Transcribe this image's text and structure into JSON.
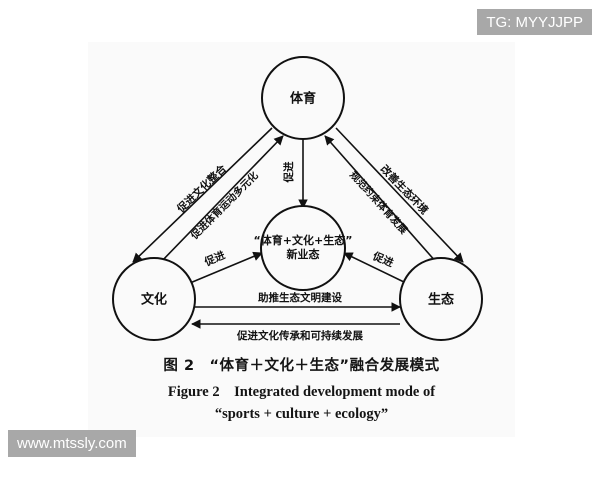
{
  "figure": {
    "nodes": {
      "top": "体育",
      "left": "文化",
      "right": "生态",
      "center_line1": "“体育+文化+生态”",
      "center_line2": "新业态"
    },
    "edges": {
      "left_outer": "促进文化整合",
      "left_inner": "促进体育运动多元化",
      "right_outer": "改善生态环境",
      "right_inner": "规范约束体育发展",
      "top_to_center": "促进",
      "left_to_center": "促进",
      "right_to_center": "促进",
      "bottom_forward": "助推生态文明建设",
      "bottom_backward": "促进文化传承和可持续发展"
    },
    "caption": {
      "cn": "图 2　“体育＋文化＋生态”融合发展模式",
      "en_line1": "Figure 2　Integrated development mode of",
      "en_line2": "“sports + culture + ecology”"
    },
    "colors": {
      "stroke": "#111111",
      "panel_bg": "#fafafa",
      "page_bg": "#ffffff",
      "watermark_bg": "#a8a8a8",
      "watermark_text": "#ffffff"
    }
  },
  "watermarks": {
    "top_right": "TG: MYYJJPP",
    "bottom_left": "www.mtssly.com"
  }
}
